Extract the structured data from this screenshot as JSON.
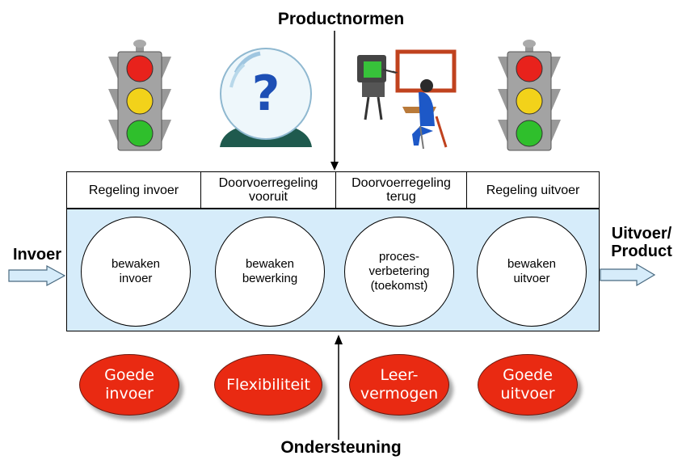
{
  "title_top": "Productnormen",
  "title_bottom": "Ondersteuning",
  "input_label": "Invoer",
  "output_label": "Uitvoer/\nProduct",
  "headers": [
    "Regeling invoer",
    "Doorvoerregeling\nvooruit",
    "Doorvoerregeling\nterug",
    "Regeling uitvoer"
  ],
  "circles": [
    "bewaken\ninvoer",
    "bewaken\nbewerking",
    "proces-\nverbetering\n(toekomst)",
    "bewaken\nuitvoer"
  ],
  "ovals": [
    "Goede\ninvoer",
    "Flexibiliteit",
    "Leer-\nvermogen",
    "Goede\nuitvoer"
  ],
  "icons": {
    "top": [
      "traffic-light-icon",
      "crystal-ball-icon",
      "computer-teacher-icon",
      "traffic-light-icon"
    ],
    "crystal_ball_glyph": "?"
  },
  "colors": {
    "band": "#d6ecfa",
    "oval": "#e92a12",
    "light_red": "#e8221c",
    "light_yellow": "#f2d21a",
    "light_green": "#2fbf2c"
  }
}
